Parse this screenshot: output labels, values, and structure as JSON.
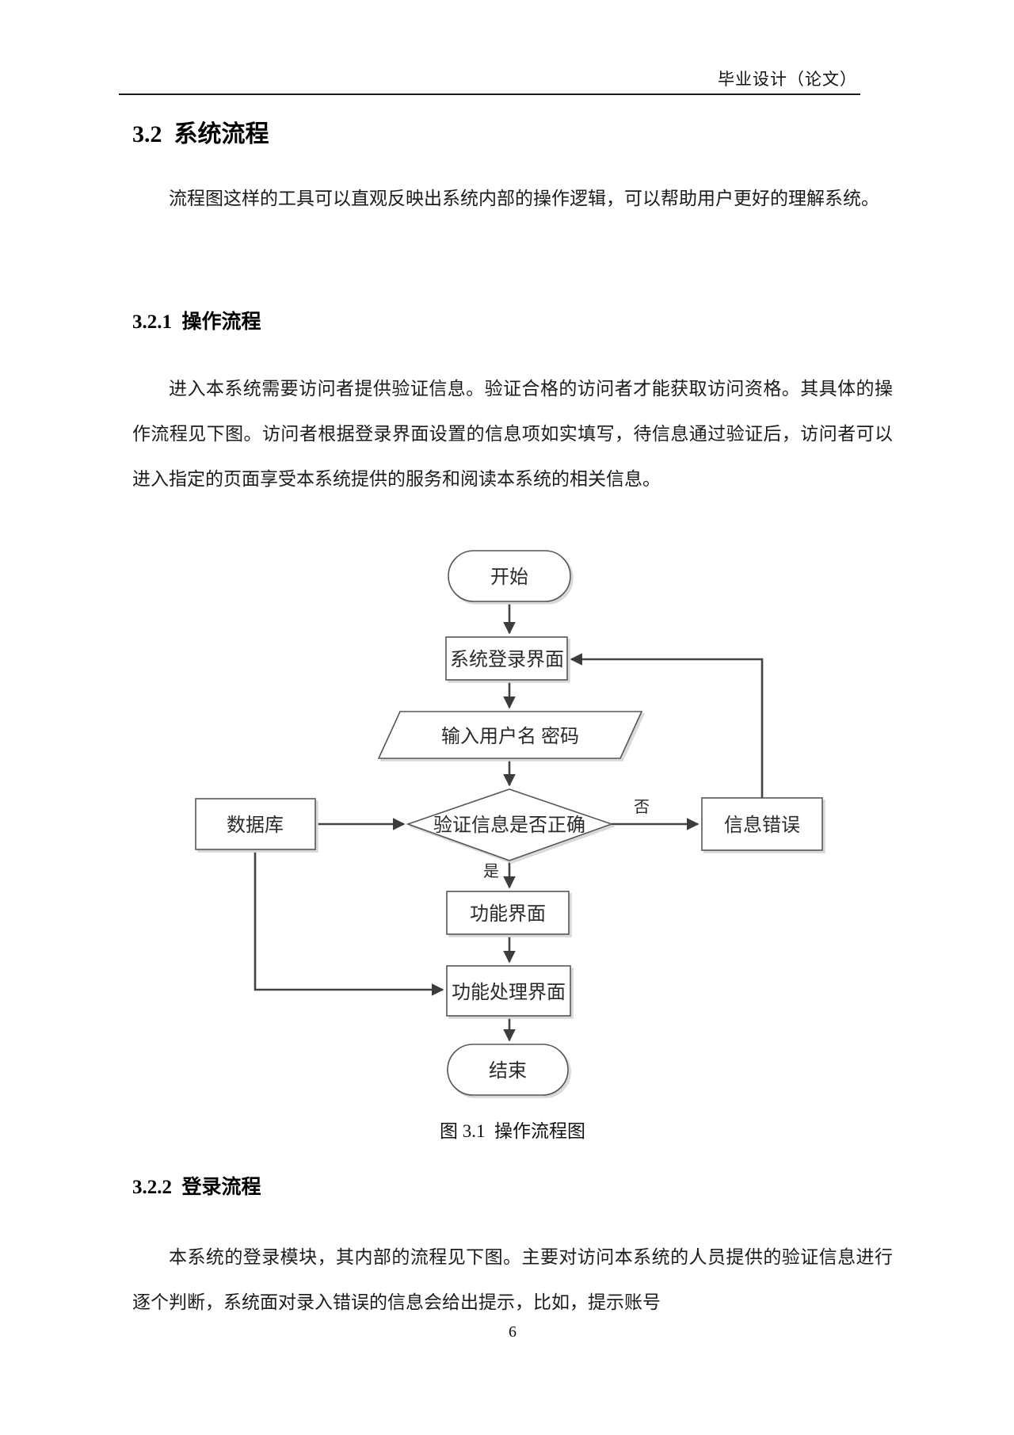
{
  "page": {
    "header": "毕业设计（论文）",
    "page_number": "6"
  },
  "sections": {
    "s32": {
      "heading": "3.2  系统流程",
      "para": "流程图这样的工具可以直观反映出系统内部的操作逻辑，可以帮助用户更好的理解系统。"
    },
    "s321": {
      "heading": "3.2.1  操作流程",
      "para": "进入本系统需要访问者提供验证信息。验证合格的访问者才能获取访问资格。其具体的操作流程见下图。访问者根据登录界面设置的信息项如实填写，待信息通过验证后，访问者可以进入指定的页面享受本系统提供的服务和阅读本系统的相关信息。"
    },
    "s322": {
      "heading": "3.2.2  登录流程",
      "para": "本系统的登录模块，其内部的流程见下图。主要对访问本系统的人员提供的验证信息进行逐个判断，系统面对录入错误的信息会给出提示，比如，提示账号"
    }
  },
  "figure": {
    "caption": "图 3.1  操作流程图",
    "nodes": {
      "start": "开始",
      "login": "系统登录界面",
      "input": "输入用户名 密码",
      "verify": "验证信息是否正确",
      "database": "数据库",
      "error": "信息错误",
      "func": "功能界面",
      "funcproc": "功能处理界面",
      "end": "结束"
    },
    "edge_labels": {
      "no": "否",
      "yes": "是"
    },
    "colors": {
      "shape_stroke": "#565656",
      "edge_stroke": "#424242",
      "shadow": "#d9d9d9"
    }
  }
}
